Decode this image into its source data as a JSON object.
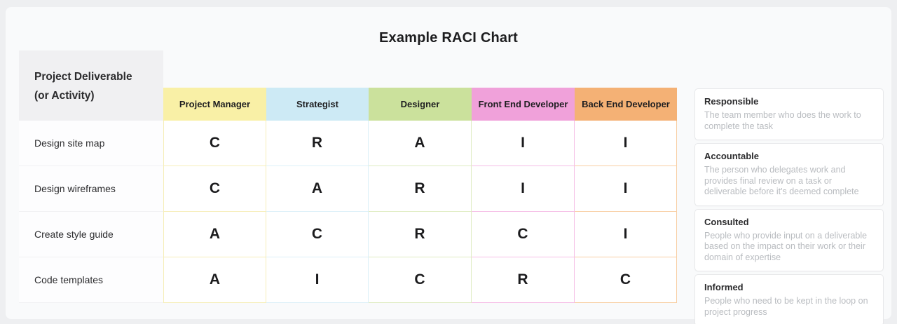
{
  "title": "Example RACI Chart",
  "table": {
    "corner": {
      "line1": "Project Deliverable",
      "line2": "(or Activity)"
    },
    "columns": [
      {
        "label": "Project Manager",
        "color": "#f9f0a6",
        "tint": "#f6eeb9"
      },
      {
        "label": "Strategist",
        "color": "#cdeaf5",
        "tint": "#dcf0f8"
      },
      {
        "label": "Designer",
        "color": "#cbe19c",
        "tint": "#dfecc2"
      },
      {
        "label": "Front End Developer",
        "color": "#f0a1da",
        "tint": "#f5bde6"
      },
      {
        "label": "Back End Developer",
        "color": "#f4b175",
        "tint": "#f8cfa4"
      }
    ],
    "rows": [
      {
        "label": "Design site map",
        "values": [
          "C",
          "R",
          "A",
          "I",
          "I"
        ]
      },
      {
        "label": "Design wireframes",
        "values": [
          "C",
          "A",
          "R",
          "I",
          "I"
        ]
      },
      {
        "label": "Create style guide",
        "values": [
          "A",
          "C",
          "R",
          "C",
          "I"
        ]
      },
      {
        "label": "Code templates",
        "values": [
          "A",
          "I",
          "C",
          "R",
          "C"
        ]
      }
    ]
  },
  "legend": [
    {
      "term": "Responsible",
      "definition": "The team member who does the work to complete the task"
    },
    {
      "term": "Accountable",
      "definition": "The person who delegates work and provides final review on a task or deliverable before it's deemed complete"
    },
    {
      "term": "Consulted",
      "definition": "People who provide input on a deliverable based on the impact on their work or their domain of expertise"
    },
    {
      "term": "Informed",
      "definition": "People who need to be kept in the loop on project progress"
    }
  ],
  "colors": {
    "page_bg": "#eeeff1",
    "panel_bg": "#f9fafb",
    "corner_bg": "#f0f0f2",
    "title_text": "#1d1d1f",
    "body_text": "#2c2c2e",
    "legend_description_text": "#b9bcc0",
    "card_border": "#e7e8ea",
    "cell_bg": "#ffffff"
  }
}
